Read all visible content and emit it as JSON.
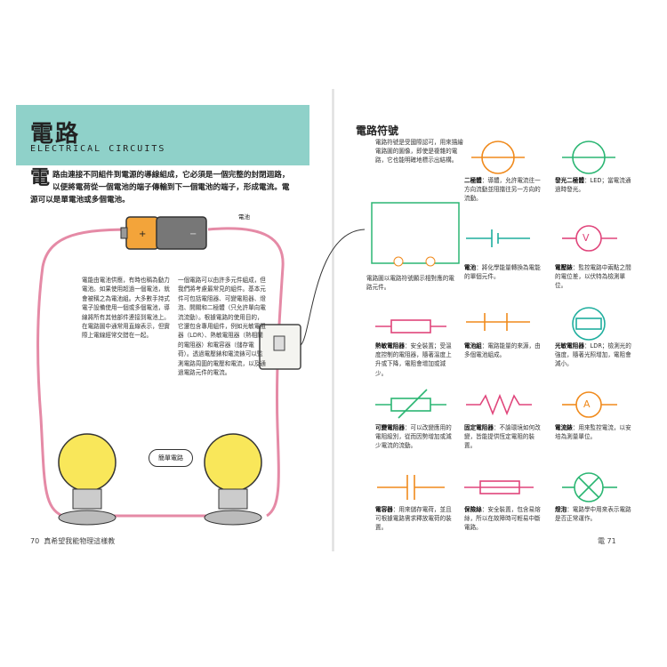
{
  "left": {
    "title": "電路",
    "subtitle": "ELECTRICAL CIRCUITS",
    "intro_big": "電",
    "intro": "路由連接不同組件到電源的導線組成，它必須是一個完整的封閉迴路，以便將電荷從一個電池的端子傳輸到下一個電池的端子，形成電流。電源可以是單電池或多個電池。",
    "battery_label": "電池",
    "text_left": "電能由電池供應，有時也稱為動力電池。如果使用超過一個電池，就會被稱之為電池組。大多數手持式電子設備使用一個或多個電池，導線將所有其他部件連接到電池上。在電路圖中通常用直線表示，但實際上電線經常交錯在一起。",
    "text_right": "一個電路可以由許多元件組成，但我們將考慮最常見的組件。基本元件可包括電阻器、可變電阻器、燈泡、開關和二極體（只允許單向電流流動）。根據電路的使用目的，它還包含專用組件，例如光敏電阻器（LDR）、熱敏電阻器（熱相關的電阻器）和電容器（儲存電荷）。透過電壓錶和電流錶可以監測電路周圍的電壓和電流，以及通過電路元件的電流。",
    "simple_circuit": "簡單電路",
    "page_number": "70",
    "footer": "真希望我能物理這樣教"
  },
  "right": {
    "title": "電路符號",
    "intro": "電路符號是受國際認可，用來描繪電路圖的圖像，即使是複雜的電路，它也能明確地標示出結構。",
    "circuit_caption": "電路圖以電路符號顯示相對應的電路元件。",
    "symbols": [
      {
        "name": "二極體",
        "desc": "：導體，允許電流往一方向流動並阻擋往另一方向的流動。"
      },
      {
        "name": "發光二極體",
        "desc": "：LED；當電流通過時發光。"
      },
      {
        "name": "電池",
        "desc": "：將化學能量轉換為電能的單個元件。"
      },
      {
        "name": "電壓錶",
        "desc": "：監控電路中兩點之間的電位差，以伏特為檢測單位。"
      },
      {
        "name": "熱敏電阻器",
        "desc": "：安全裝置；受溫度控制的電阻器，隨著溫度上升或下降，電阻會增加或減少。"
      },
      {
        "name": "電池組",
        "desc": "：電路能量的來源，由多個電池組成。"
      },
      {
        "name": "光敏電阻器",
        "desc": "：LDR；檢測光的強度，隨著光照增加，電阻會減小。"
      },
      {
        "name": "可變電阻器",
        "desc": "：可以改變應用的電阻級別，從而因勢增加或減少電流的流動。"
      },
      {
        "name": "固定電阻器",
        "desc": "：不論環境如何改變，皆能提供恆定電阻的裝置。"
      },
      {
        "name": "電流錶",
        "desc": "：用來監控電流，以安培為測量單位。"
      },
      {
        "name": "電容器",
        "desc": "：用來儲存電荷，並且可根據電路需求釋放電荷的裝置。"
      },
      {
        "name": "保險絲",
        "desc": "：安全裝置，包含易熔絲，所以在故障時可輕易中斷電路。"
      },
      {
        "name": "燈泡",
        "desc": "：電路學中用來表示電路是否正常運作。"
      }
    ],
    "voltmeter_glyph": "V",
    "ammeter_glyph": "A",
    "page_label": "電",
    "page_number": "71",
    "colors": {
      "diode": "#f08a1c",
      "teal": "#1fae9e",
      "pink": "#e0457b",
      "green": "#2bb673",
      "banner": "#8fd1c9"
    }
  }
}
